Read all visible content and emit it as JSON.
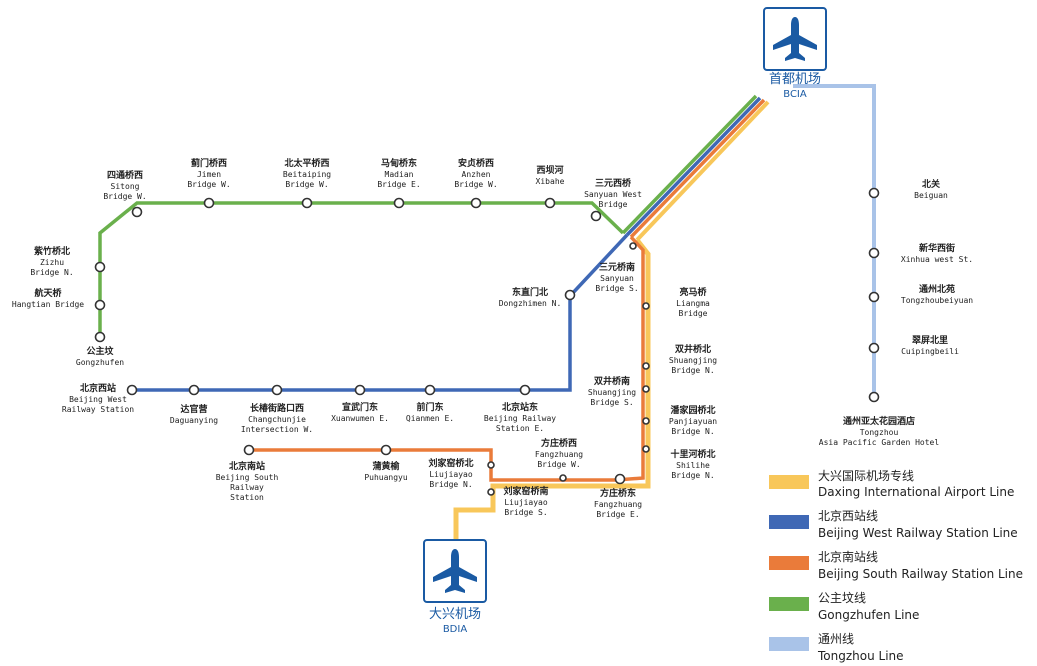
{
  "colors": {
    "daxing": "#f8c75a",
    "beijing_west": "#3f68b5",
    "beijing_south": "#ea7b3a",
    "gongzhufen": "#6ab04c",
    "tongzhou": "#a9c3e8",
    "airport": "#1a5aa3"
  },
  "airports": {
    "bcia": {
      "icon": "airplane-icon",
      "cn": "首都机场",
      "en": "BCIA"
    },
    "bdia": {
      "icon": "airplane-icon",
      "cn": "大兴机场",
      "en": "BDIA"
    }
  },
  "stations": {
    "sitong": {
      "cn": "四通桥西",
      "en": [
        "Sitong",
        "Bridge W."
      ]
    },
    "jimen": {
      "cn": "蓟门桥西",
      "en": [
        "Jimen",
        "Bridge W."
      ]
    },
    "beitaiping": {
      "cn": "北太平桥西",
      "en": [
        "Beitaiping",
        "Bridge W."
      ]
    },
    "madian": {
      "cn": "马甸桥东",
      "en": [
        "Madian",
        "Bridge E."
      ]
    },
    "anzhen": {
      "cn": "安贞桥西",
      "en": [
        "Anzhen",
        "Bridge W."
      ]
    },
    "xibahe": {
      "cn": "西坝河",
      "en": [
        "Xibahe"
      ]
    },
    "sanyuan_w": {
      "cn": "三元西桥",
      "en": [
        "Sanyuan West",
        "Bridge"
      ]
    },
    "zizhu": {
      "cn": "紫竹桥北",
      "en": [
        "Zizhu",
        "Bridge N."
      ]
    },
    "hangtian": {
      "cn": "航天桥",
      "en": [
        "Hangtian Bridge"
      ]
    },
    "gongzhufen": {
      "cn": "公主坟",
      "en": [
        "Gongzhufen"
      ]
    },
    "dongzhimen": {
      "cn": "东直门北",
      "en": [
        "Dongzhimen N."
      ]
    },
    "sanyuan_s": {
      "cn": "三元桥南",
      "en": [
        "Sanyuan",
        "Bridge S."
      ]
    },
    "liangma": {
      "cn": "亮马桥",
      "en": [
        "Liangma",
        "Bridge"
      ]
    },
    "shuangjing_n": {
      "cn": "双井桥北",
      "en": [
        "Shuangjing",
        "Bridge N."
      ]
    },
    "shuangjing_s": {
      "cn": "双井桥南",
      "en": [
        "Shuangjing",
        "Bridge S."
      ]
    },
    "panjiayuan": {
      "cn": "潘家园桥北",
      "en": [
        "Panjiayuan",
        "Bridge N."
      ]
    },
    "shilihe": {
      "cn": "十里河桥北",
      "en": [
        "Shilihe",
        "Bridge N."
      ]
    },
    "bj_west": {
      "cn": "北京西站",
      "en": [
        "Beijing West",
        "Railway Station"
      ]
    },
    "daguanying": {
      "cn": "达官营",
      "en": [
        "Daguanying"
      ]
    },
    "changchunjie": {
      "cn": "长椿街路口西",
      "en": [
        "Changchunjie",
        "Intersection W."
      ]
    },
    "xuanwumen": {
      "cn": "宣武门东",
      "en": [
        "Xuanwumen E."
      ]
    },
    "qianmen": {
      "cn": "前门东",
      "en": [
        "Qianmen E."
      ]
    },
    "bj_station_e": {
      "cn": "北京站东",
      "en": [
        "Beijing Railway",
        "Station E."
      ]
    },
    "bj_south": {
      "cn": "北京南站",
      "en": [
        "Beijing South",
        "Railway",
        "Station"
      ]
    },
    "puhuangyu": {
      "cn": "蒲黄榆",
      "en": [
        "Puhuangyu"
      ]
    },
    "liujiayao_n": {
      "cn": "刘家窑桥北",
      "en": [
        "Liujiayao",
        "Bridge N."
      ]
    },
    "liujiayao_s": {
      "cn": "刘家窑桥南",
      "en": [
        "Liujiayao",
        "Bridge S."
      ]
    },
    "fangzhuang_w": {
      "cn": "方庄桥西",
      "en": [
        "Fangzhuang",
        "Bridge W."
      ]
    },
    "fangzhuang_e": {
      "cn": "方庄桥东",
      "en": [
        "Fangzhuang",
        "Bridge E."
      ]
    },
    "beiguan": {
      "cn": "北关",
      "en": [
        "Beiguan"
      ]
    },
    "xinhua": {
      "cn": "新华西街",
      "en": [
        "Xinhua west St."
      ]
    },
    "tongzhoubeiyuan": {
      "cn": "通州北苑",
      "en": [
        "Tongzhoubeiyuan"
      ]
    },
    "cuipingbeili": {
      "cn": "翠屏北里",
      "en": [
        "Cuipingbeili"
      ]
    },
    "tongzhou_hotel": {
      "cn": "通州亚太花园酒店",
      "en": [
        "Tongzhou",
        "Asia Pacific Garden Hotel"
      ]
    }
  },
  "legend": [
    {
      "cn": "大兴国际机场专线",
      "en": "Daxing International Airport Line",
      "color": "#f8c75a"
    },
    {
      "cn": "北京西站线",
      "en": "Beijing West Railway Station Line",
      "color": "#3f68b5"
    },
    {
      "cn": "北京南站线",
      "en": "Beijing South Railway Station Line",
      "color": "#ea7b3a"
    },
    {
      "cn": "公主坟线",
      "en": "Gongzhufen Line",
      "color": "#6ab04c"
    },
    {
      "cn": "通州线",
      "en": "Tongzhou Line",
      "color": "#a9c3e8"
    }
  ]
}
